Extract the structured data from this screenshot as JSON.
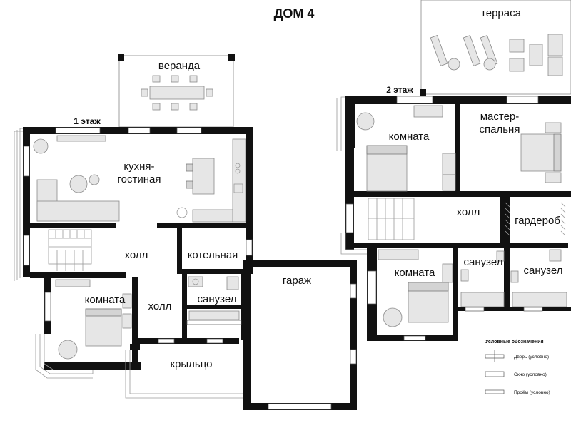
{
  "title": "ДОМ 4",
  "floors": {
    "first": "1 этаж",
    "second": "2 этаж"
  },
  "rooms_first_floor": {
    "veranda": "веранда",
    "kitchen_line1": "кухня-",
    "kitchen_line2": "гостиная",
    "hall": "холл",
    "boiler": "котельная",
    "room": "комната",
    "hall_small": "холл",
    "bathroom": "санузел",
    "porch": "крыльцо",
    "garage": "гараж"
  },
  "rooms_second_floor": {
    "terrace": "терраса",
    "room_top": "комната",
    "master_line1": "мастер-",
    "master_line2": "спальня",
    "hall": "холл",
    "wardrobe": "гардероб",
    "room_bottom": "комната",
    "bathroom_left": "санузел",
    "bathroom_right": "санузел"
  },
  "legend": {
    "title": "Условные обозначения",
    "door": "Дверь (условно)",
    "window": "Окно (условно)",
    "opening": "Проём (условно)"
  },
  "colors": {
    "wall": "#111111",
    "furniture": "#e6e6e6",
    "furniture_dark": "#d4d4d4",
    "line": "#8a8a8a"
  }
}
